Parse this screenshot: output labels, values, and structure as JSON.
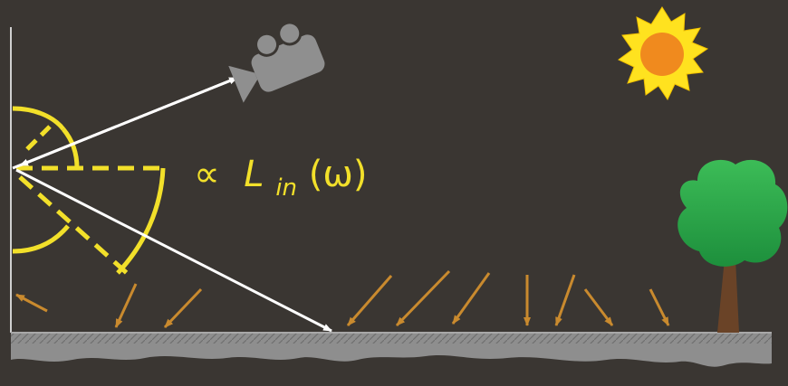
{
  "scene": {
    "background_color": "#3a3632",
    "formula": {
      "symbol": "∝",
      "L": "L",
      "sub": "in",
      "arg": "(ω)",
      "color": "#f2e02a"
    },
    "colors": {
      "lobe": "#f2e02a",
      "ray": "#ffffff",
      "incoming_arrow": "#c98a2e",
      "ground": "#8e8e8e",
      "ground_surface": "#a8a8a8",
      "wall": "#cfcfcf",
      "camera": "#8f8f8f",
      "sun_rays": "#ffe21f",
      "sun_core": "#f08a1e",
      "tree_leaves": "#2fa84a",
      "tree_trunk": "#6a4327"
    },
    "icons": {
      "camera": "camera-icon",
      "sun": "sun-icon",
      "tree": "tree-icon"
    }
  }
}
